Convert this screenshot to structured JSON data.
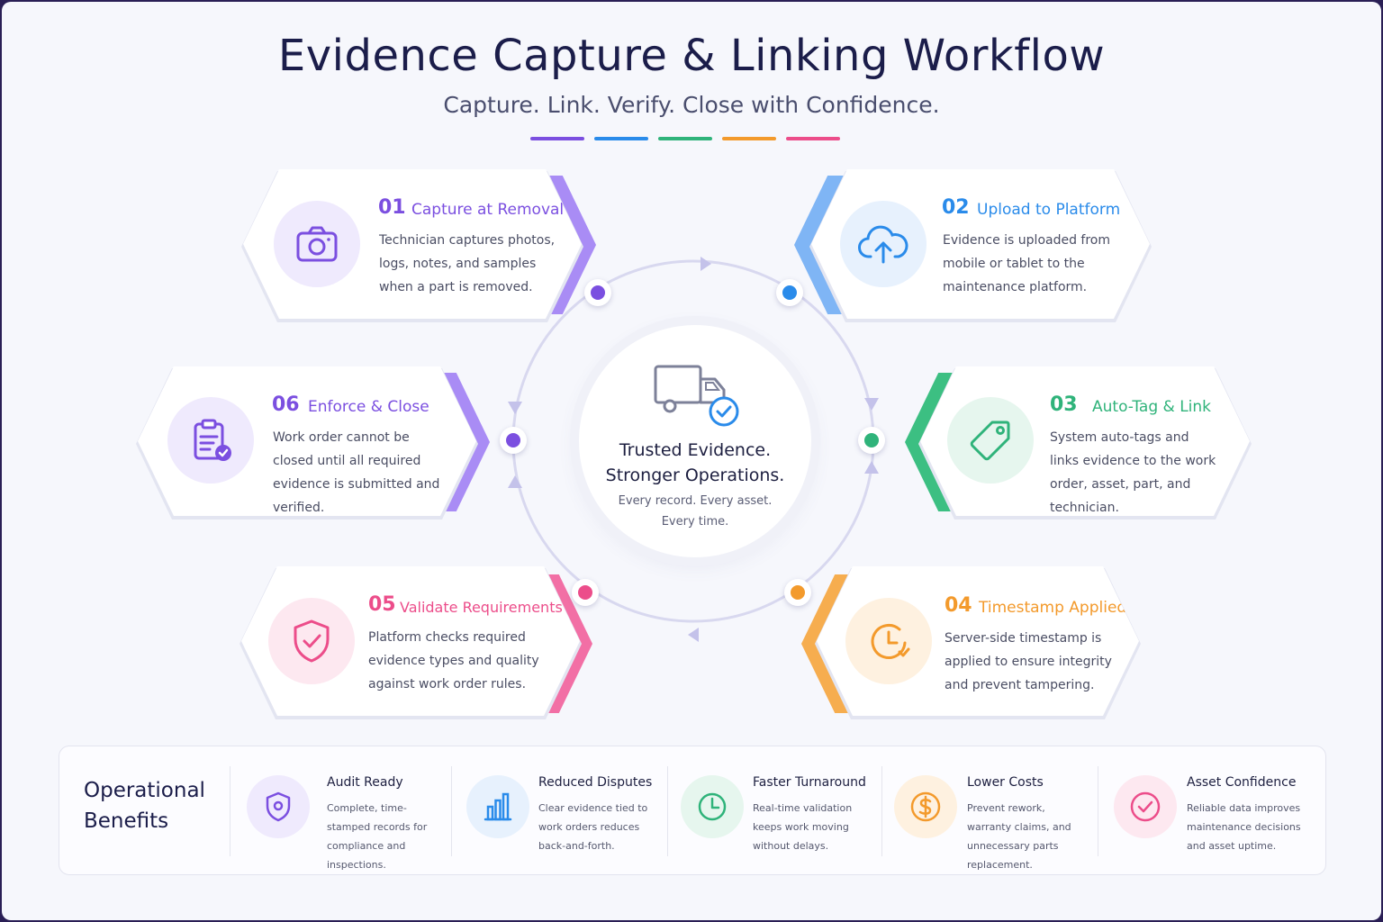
{
  "title": "Evidence Capture & Linking Workflow",
  "subtitle": "Capture. Link. Verify. Close with Confidence.",
  "colors": {
    "purple": "#7b4fe0",
    "blue": "#2a8bea",
    "green": "#2fb37a",
    "orange": "#f39a2c",
    "pink": "#ec4d8a",
    "violet_light": "#a78bfa",
    "ring": "#d6d6ee"
  },
  "steps": [
    {
      "num": "01",
      "title": "Capture at Removal",
      "desc": "Technician captures photos, logs, notes, and samples when a part is removed.",
      "icon": "camera-icon",
      "color": "#7b4fe0"
    },
    {
      "num": "02",
      "title": "Upload to Platform",
      "desc": "Evidence is uploaded from mobile or tablet to the maintenance platform.",
      "icon": "cloud-upload-icon",
      "color": "#2a8bea"
    },
    {
      "num": "03",
      "title": "Auto-Tag & Link",
      "desc": "System auto-tags and links evidence to the work order, asset, part, and technician.",
      "icon": "tag-icon",
      "color": "#2fb37a"
    },
    {
      "num": "04",
      "title": "Timestamp Applied",
      "desc": "Server-side timestamp is applied to ensure integrity and prevent tampering.",
      "icon": "clock-icon",
      "color": "#f39a2c"
    },
    {
      "num": "05",
      "title": "Validate Requirements",
      "desc": "Platform checks required evidence types and quality against work order rules.",
      "icon": "shield-check-icon",
      "color": "#ec4d8a"
    },
    {
      "num": "06",
      "title": "Enforce & Close",
      "desc": "Work order cannot be closed until all required evidence is submitted and verified.",
      "icon": "clipboard-check-icon",
      "color": "#7b4fe0"
    }
  ],
  "center": {
    "line1": "Trusted Evidence.",
    "line2": "Stronger Operations.",
    "note1": "Every record. Every asset.",
    "note2": "Every time.",
    "icon": "truck-check-icon"
  },
  "benefits": {
    "title_line1": "Operational",
    "title_line2": "Benefits",
    "items": [
      {
        "title": "Audit Ready",
        "desc": "Complete, time-stamped records for compliance and inspections.",
        "icon": "shield-icon",
        "color": "#7b4fe0"
      },
      {
        "title": "Reduced Disputes",
        "desc": "Clear evidence tied to work orders reduces back-and-forth.",
        "icon": "bar-chart-icon",
        "color": "#2a8bea"
      },
      {
        "title": "Faster Turnaround",
        "desc": "Real-time validation keeps work moving without delays.",
        "icon": "clock-icon",
        "color": "#2fb37a"
      },
      {
        "title": "Lower Costs",
        "desc": "Prevent rework, warranty claims, and unnecessary parts replacement.",
        "icon": "dollar-icon",
        "color": "#f39a2c"
      },
      {
        "title": "Asset Confidence",
        "desc": "Reliable data improves maintenance decisions and asset uptime.",
        "icon": "check-circle-icon",
        "color": "#ec4d8a"
      }
    ]
  }
}
